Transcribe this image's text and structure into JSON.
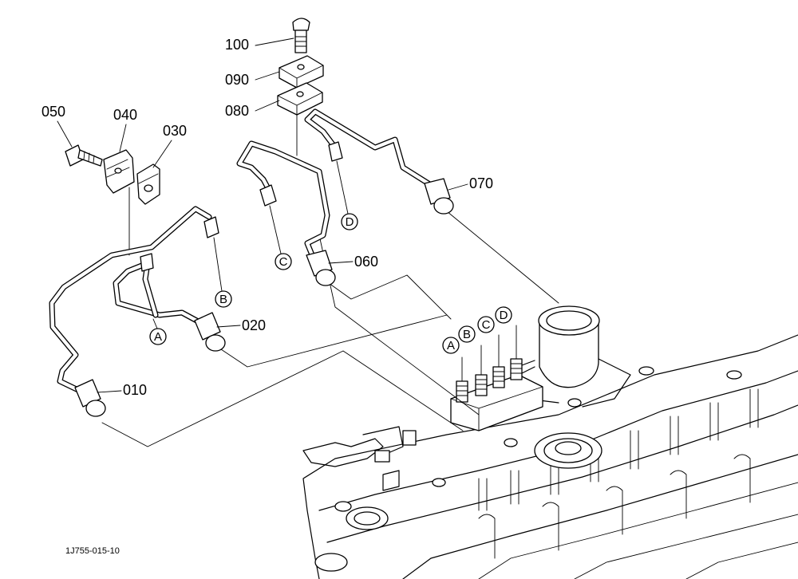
{
  "parts": [
    {
      "id": "p100",
      "label": "100"
    },
    {
      "id": "p090",
      "label": "090"
    },
    {
      "id": "p080",
      "label": "080"
    },
    {
      "id": "p050",
      "label": "050"
    },
    {
      "id": "p040",
      "label": "040"
    },
    {
      "id": "p030",
      "label": "030"
    },
    {
      "id": "p070",
      "label": "070"
    },
    {
      "id": "p060",
      "label": "060"
    },
    {
      "id": "p020",
      "label": "020"
    },
    {
      "id": "p010",
      "label": "010"
    }
  ],
  "markers": {
    "a": "A",
    "b": "B",
    "c": "C",
    "d": "D"
  },
  "drawing_code": "1J755-015-10"
}
